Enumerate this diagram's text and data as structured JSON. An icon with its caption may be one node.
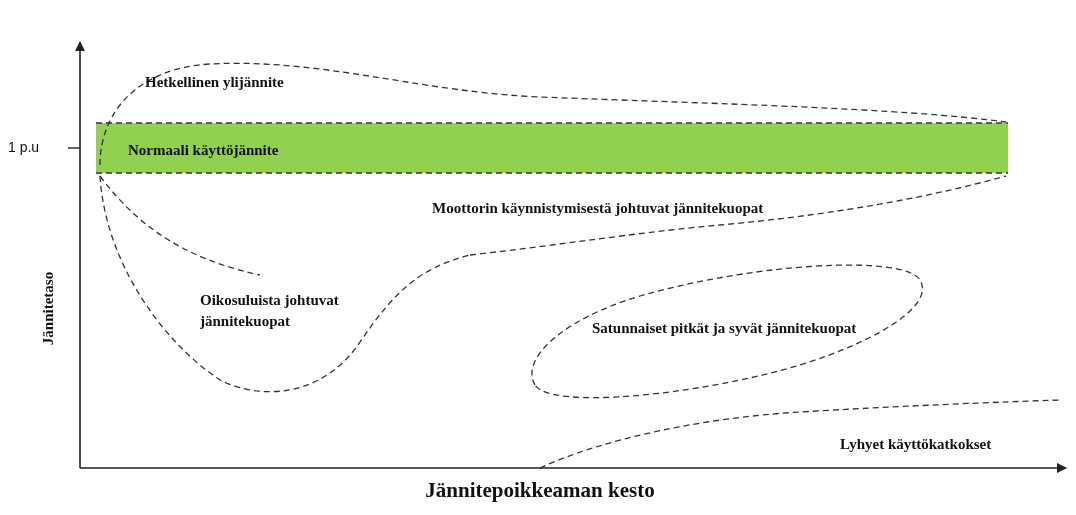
{
  "diagram": {
    "nodes": [
      {
        "text": [
          "Normaali käyttöjännite"
        ]
      },
      {
        "text": [
          "Hetkellinen ylijännite"
        ]
      },
      {
        "text": [
          "Moottorin käynnistymisestä johtuvat jännitekuopat"
        ]
      },
      {
        "text": [
          "Oikosuluista johtuvat jännitekuopat"
        ]
      },
      {
        "text": [
          "Satunnaiset pitkät ja syvät jännitekuopat"
        ]
      },
      {
        "text": [
          "Lyhyet käyttökatkokset"
        ]
      }
    ],
    "labels": [
      "1 p.u",
      "Jännitetaso",
      "Jännitepoikkeaman kesto"
    ]
  }
}
